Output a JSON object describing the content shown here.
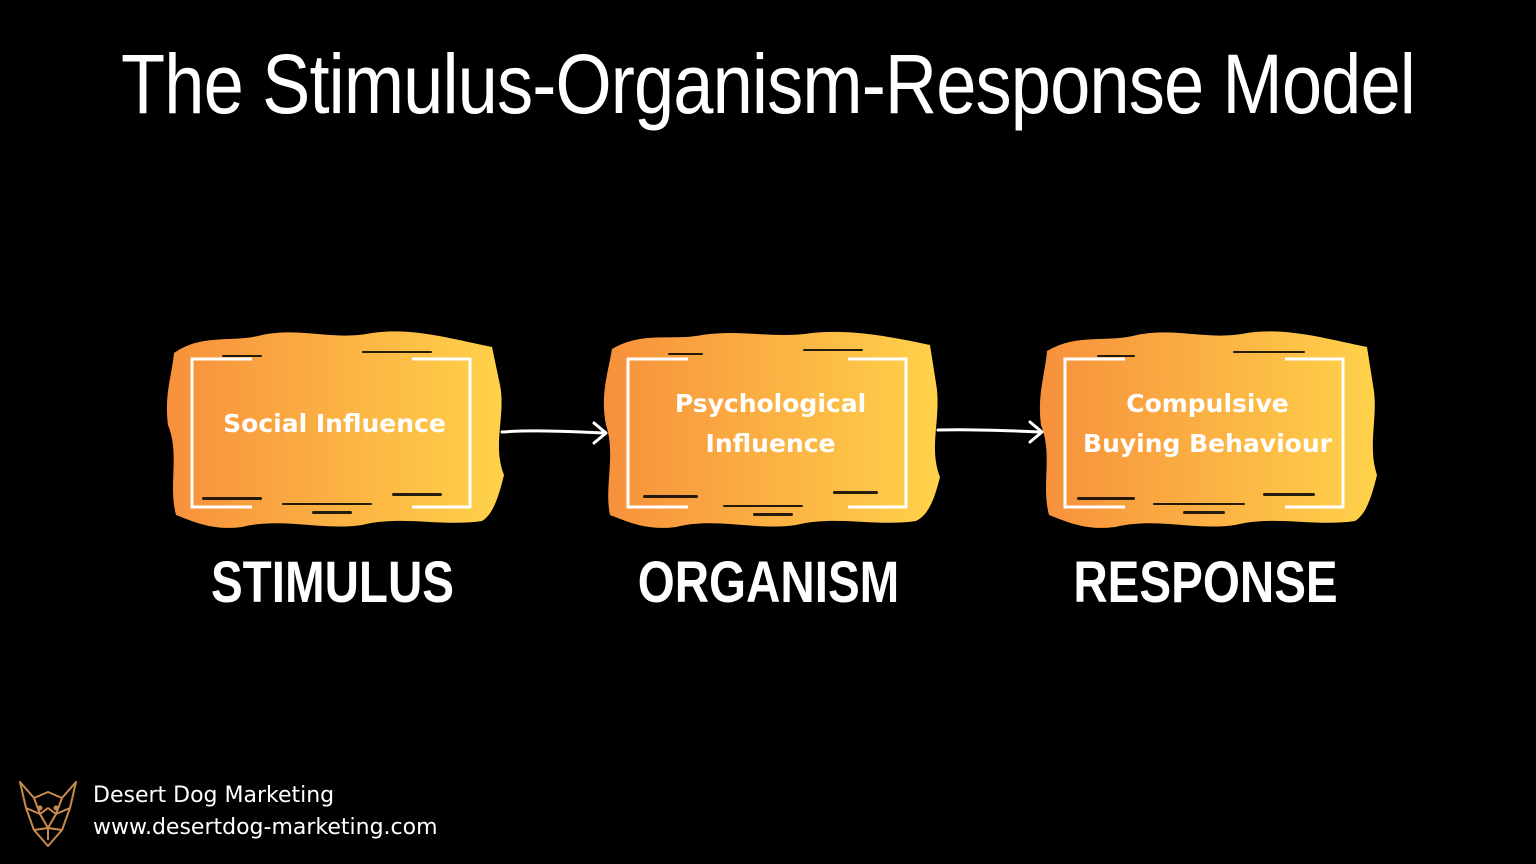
{
  "title": "The Stimulus-Organism-Response Model",
  "colors": {
    "background": "#000000",
    "gradient_start": "#f7903c",
    "gradient_end": "#ffd24a",
    "text": "#ffffff"
  },
  "nodes": [
    {
      "lines": [
        "Social Influence"
      ],
      "stage": "STIMULUS"
    },
    {
      "lines": [
        "Psychological",
        "Influence"
      ],
      "stage": "ORGANISM"
    },
    {
      "lines": [
        "Compulsive",
        "Buying Behaviour"
      ],
      "stage": "RESPONSE"
    }
  ],
  "footer": {
    "brand": "Desert Dog Marketing",
    "url": "www.desertdog-marketing.com",
    "logo_icon": "dog-head-icon"
  }
}
